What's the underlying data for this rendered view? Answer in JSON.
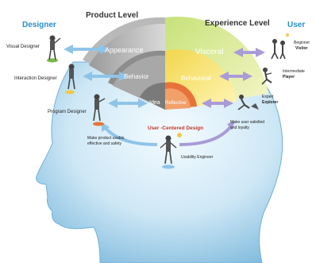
{
  "headers": {
    "designer": "Designer",
    "product_level": "Product Level",
    "experience_level": "Experience Level",
    "user": "User"
  },
  "product_rings": {
    "appearance": "Appearance",
    "behavior": "Behavior",
    "idea": "Idea"
  },
  "experience_rings": {
    "visceral": "Visceral",
    "behavioral": "Behavioral",
    "reflective": "Reflective"
  },
  "designers": {
    "visual": "Visual Designer",
    "interaction": "Interaction Designer",
    "program": "Program Designer"
  },
  "users": {
    "beginner_line1": "Beginner",
    "beginner_line2": "Visitor",
    "intermediate_line1": "Intermediate",
    "intermediate_line2": "Player",
    "expert_line1": "Expert",
    "expert_line2": "Explorer"
  },
  "center": {
    "ucd": "User -Centered Design",
    "engineer": "Usability Engineer",
    "left_note_line1": "Make product usable,",
    "left_note_line2": "effective and safety",
    "right_note_line1": "Make user satisfied",
    "right_note_line2": "and loyalty"
  },
  "colors": {
    "designer_header": "#2a8fc9",
    "user_header": "#2a8fc9",
    "ucd_text": "#c0392b",
    "arrow_blue": "#8fc4e8",
    "arrow_purple": "#a99bd6",
    "head_light": "#d6ecf7",
    "head_mid": "#9fcde9"
  }
}
